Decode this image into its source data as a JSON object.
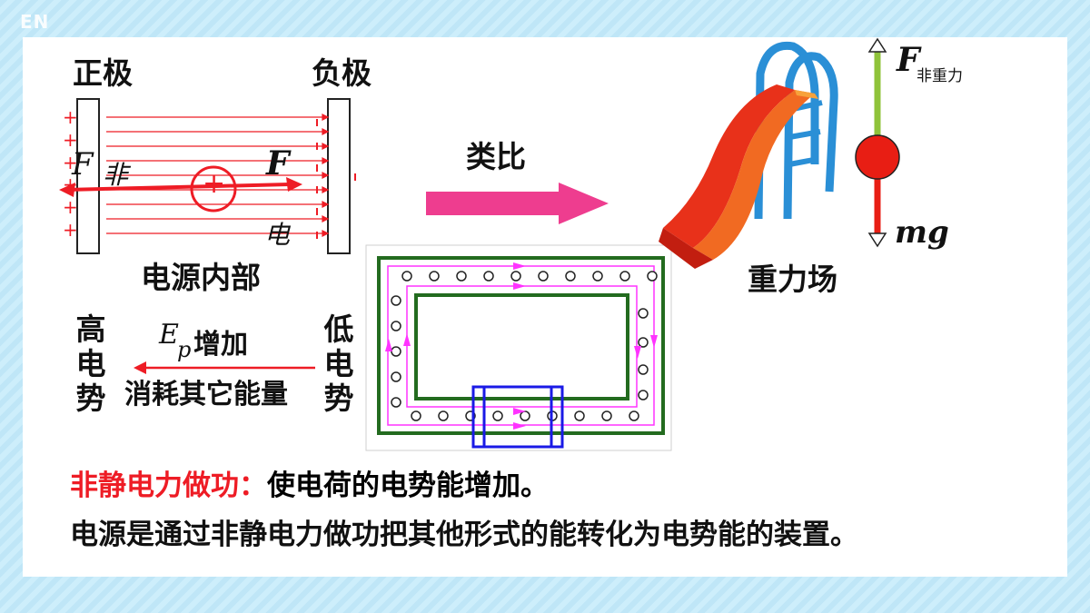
{
  "corner_badge": "EN",
  "battery_inside": {
    "positive_label": "正极",
    "negative_label": "负极",
    "caption": "电源内部",
    "force_nonstatic_symbol": "F",
    "force_nonstatic_sub": "非",
    "force_electric_symbol": "F",
    "force_electric_sub": "电",
    "charge_sign": "+",
    "plus_sign": "+",
    "minus_sign": "-"
  },
  "analogy": {
    "label": "类比"
  },
  "gravity_field": {
    "caption": "重力场",
    "force_up_symbol": "F",
    "force_up_sub": "非重力",
    "force_down_label": "mg"
  },
  "potential": {
    "high_label": "高电势",
    "low_label": "低电势",
    "ep_symbol": "E",
    "ep_sub": "p",
    "ep_increase": "增加",
    "consume_energy": "消耗其它能量"
  },
  "statement": {
    "highlight": "非静电力做功：",
    "text1": "使电荷的电势能增加。",
    "text2": "电源是通过非静电力做功把其他形式的能转化为电势能的装置。"
  },
  "colors": {
    "red": "#ee1c25",
    "pink_arrow": "#ee3d8f",
    "green_wire": "#236b1f",
    "blue_box": "#1a1ae6",
    "magenta_path": "#ff33ff",
    "green_arrow": "#8fc33a",
    "ball_red": "#e81e14"
  }
}
